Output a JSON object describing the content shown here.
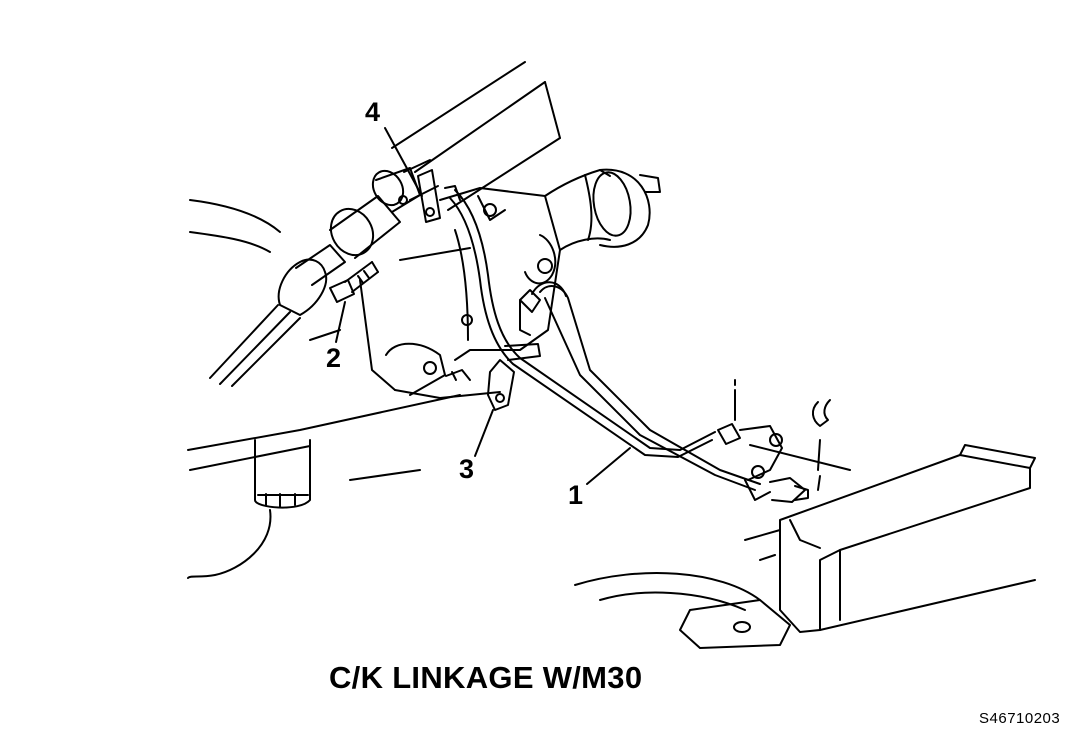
{
  "diagram": {
    "callouts": {
      "shift_rod": "1",
      "bolt": "2",
      "bracket": "3",
      "shift_lever": "4"
    },
    "caption": "C/K LINKAGE W/M30",
    "figure_id": "S46710203"
  }
}
